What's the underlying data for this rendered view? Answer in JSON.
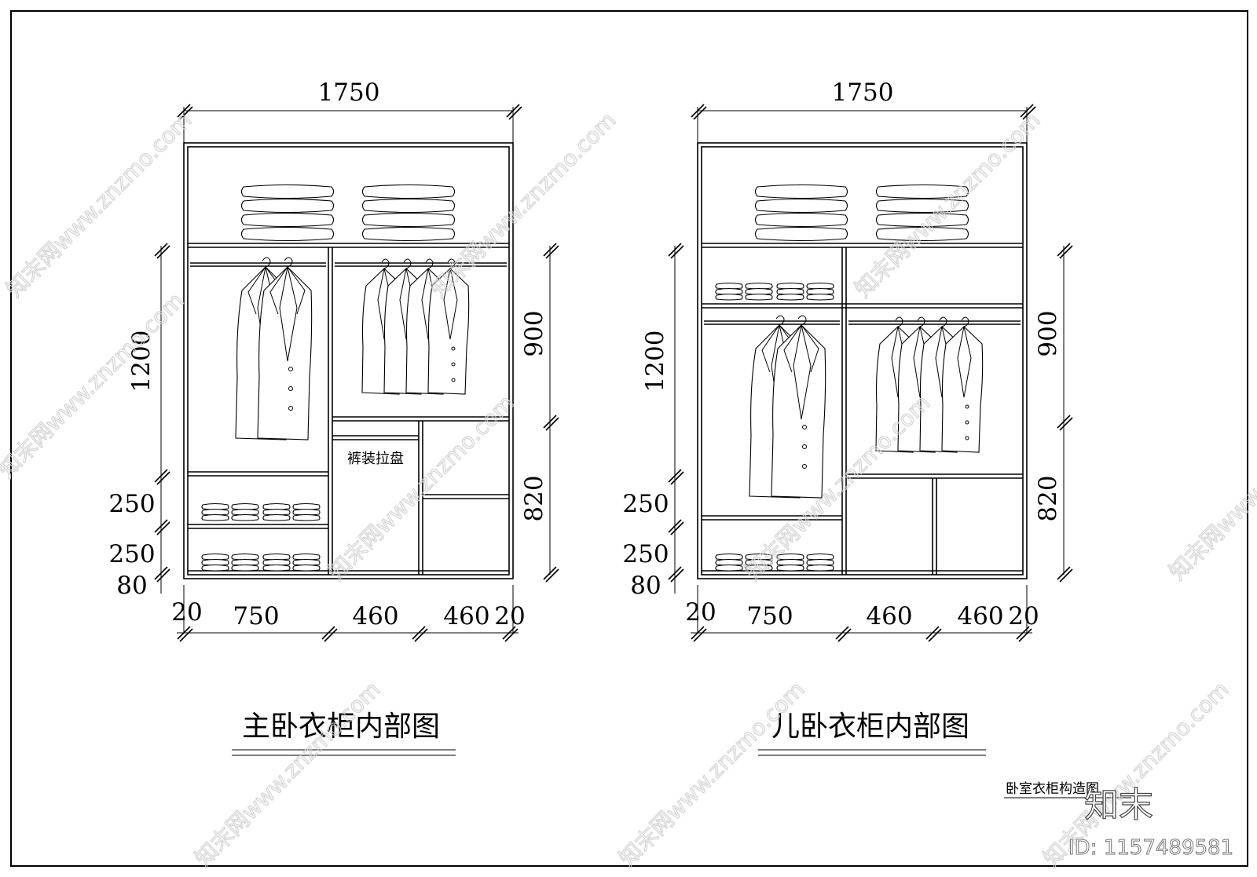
{
  "drawings": [
    {
      "id": "master",
      "title": "主卧衣柜内部图",
      "width_dim": "1750",
      "left_dims": [
        "1200",
        "250",
        "250",
        "80"
      ],
      "right_dims": [
        "900",
        "820"
      ],
      "bottom_dims": [
        "20",
        "750",
        "460",
        "460",
        "20"
      ],
      "label": "裤装拉盘"
    },
    {
      "id": "child",
      "title": "儿卧衣柜内部图",
      "width_dim": "1750",
      "left_dims": [
        "1200",
        "250",
        "250",
        "80"
      ],
      "right_dims": [
        "900",
        "820"
      ],
      "bottom_dims": [
        "20",
        "750",
        "460",
        "460",
        "20"
      ]
    }
  ],
  "sheet_note": "卧室衣柜构造图",
  "watermark": {
    "text": "知末网www.znzmo.com",
    "brand": "知末",
    "id": "ID: 1157489581"
  }
}
